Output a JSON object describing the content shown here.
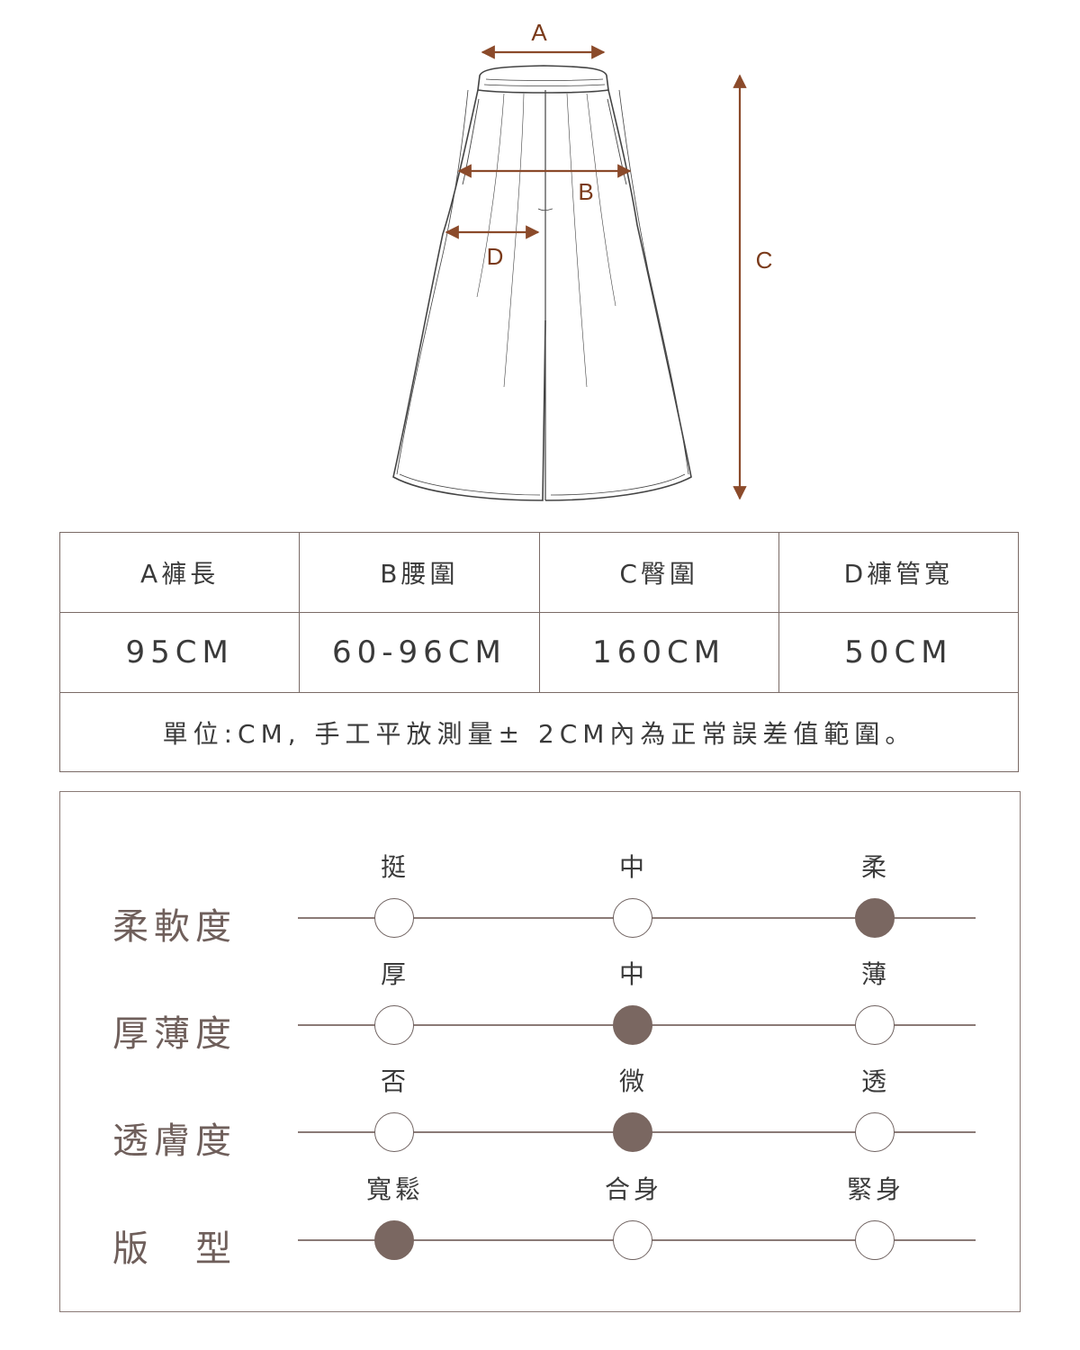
{
  "diagram": {
    "labels": {
      "a": "A",
      "b": "B",
      "c": "C",
      "d": "D"
    },
    "colors": {
      "arrow": "#8b4a2a",
      "sketch": "#444444"
    }
  },
  "size_table": {
    "headers": [
      "A褲長",
      "B腰圍",
      "C臀圍",
      "D褲管寬"
    ],
    "values": [
      "95CM",
      "60-96CM",
      "160CM",
      "50CM"
    ],
    "note": "單位:CM, 手工平放測量± 2CM內為正常誤差值範圍。"
  },
  "fabric_properties": [
    {
      "label": "柔軟度",
      "options": [
        "挺",
        "中",
        "柔"
      ],
      "selected_index": 2
    },
    {
      "label": "厚薄度",
      "options": [
        "厚",
        "中",
        "薄"
      ],
      "selected_index": 1
    },
    {
      "label": "透膚度",
      "options": [
        "否",
        "微",
        "透"
      ],
      "selected_index": 1
    },
    {
      "label": "版　型",
      "options": [
        "寬鬆",
        "合身",
        "緊身"
      ],
      "selected_index": 0
    }
  ],
  "colors": {
    "accent": "#7a6761",
    "border": "#7a6a66",
    "text": "#3a3a3a"
  }
}
